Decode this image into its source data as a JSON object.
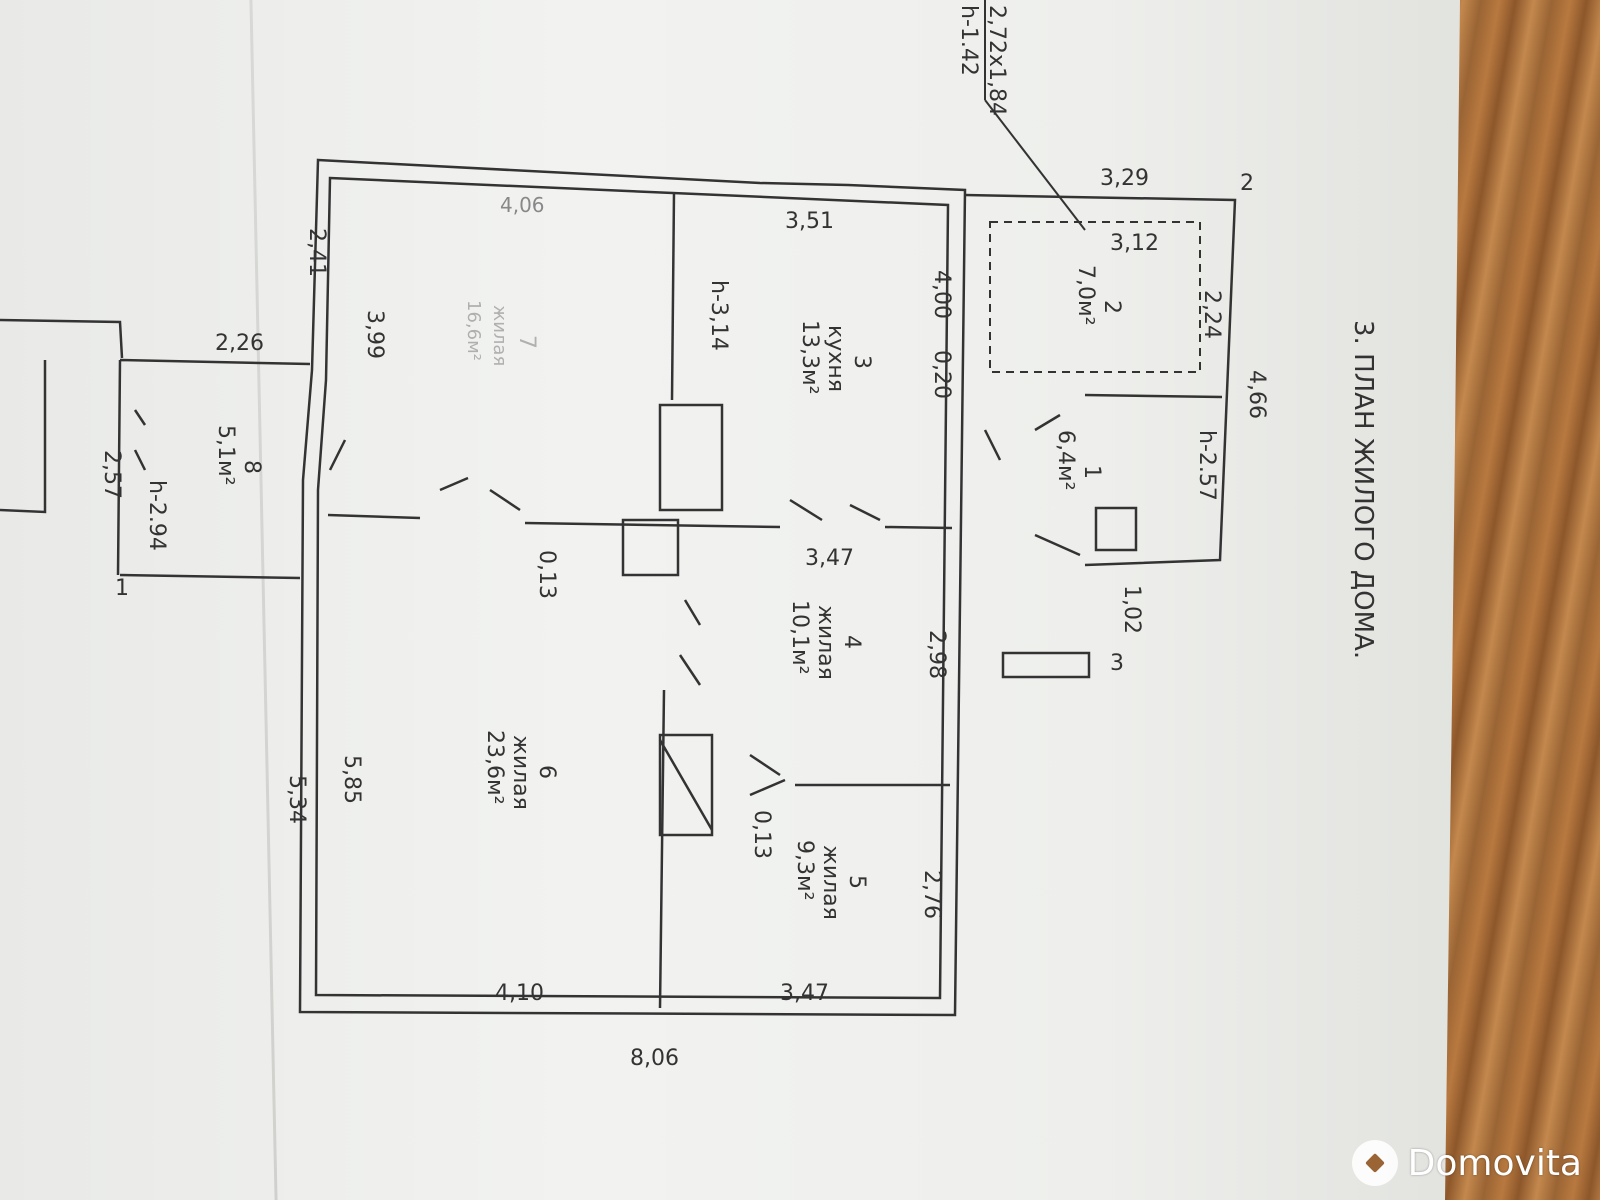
{
  "plan": {
    "title": "3. ПЛАН ЖИЛОГО ДОМА.",
    "rooms": [
      {
        "number": "1",
        "name": "",
        "area": "6,4м²"
      },
      {
        "number": "2",
        "name": "",
        "area": "7,0м²"
      },
      {
        "number": "3",
        "name": "кухня",
        "area": "13,3м²"
      },
      {
        "number": "4",
        "name": "жилая",
        "area": "10,1м²"
      },
      {
        "number": "5",
        "name": "жилая",
        "area": "9,3м²"
      },
      {
        "number": "6",
        "name": "жилая",
        "area": "23,6м²"
      },
      {
        "number": "7",
        "name": "жилая",
        "area": "16,6м²"
      },
      {
        "number": "8",
        "name": "",
        "area": "5,1м²"
      }
    ],
    "dimensions": {
      "total_width": "8,06",
      "bottom_room6": "4,10",
      "bottom_room5": "3,47",
      "room7_top": "4,06",
      "kitchen_top": "3,51",
      "mid_width": "3,47",
      "kitchen_depth": "4,00",
      "wall_kitchen": "0,20",
      "room4_depth": "2,98",
      "room5_depth": "2,76",
      "room7_depth": "3,99",
      "room6_depth": "5,85",
      "outer_left": "5,34",
      "left_top": "2,41",
      "partition_a": "0,13",
      "partition_b": "0,13",
      "porch_width": "2,26",
      "porch_depth": "2,57",
      "annex_outer": "3,29",
      "annex_inner": "3,12",
      "annex_room2_depth": "2,24",
      "annex_depth": "4,66",
      "annex_step": "1,02"
    },
    "heights": {
      "main": "h-3,14",
      "annex": "h-2.57",
      "porch": "h-2.94",
      "cellar": "h-1.42"
    },
    "cellar_size": "2,72x1,84",
    "markers": [
      "1",
      "2",
      "3"
    ]
  },
  "watermark": {
    "brand": "Domovita"
  },
  "colors": {
    "paper": "#eeefec",
    "line": "#333333",
    "wood": "#9a6434"
  }
}
